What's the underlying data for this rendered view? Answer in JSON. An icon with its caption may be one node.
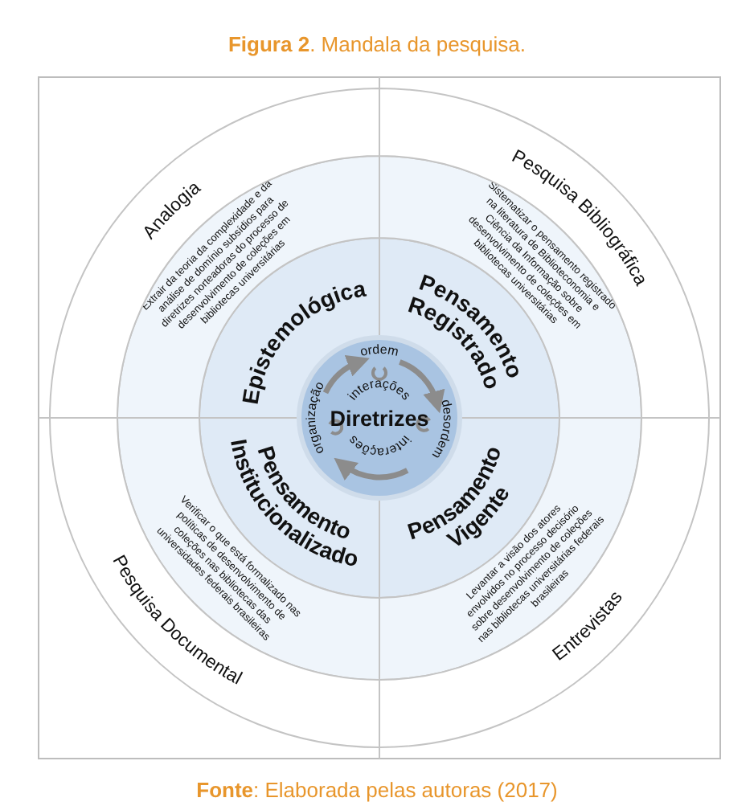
{
  "diagram": {
    "title": "**Figura 2**. Mandala da pesquisa.",
    "caption": "**Fonte**: Elaborada pelas autoras (2017)",
    "nodes": [
      {
        "text": [
          "ordem",
          "interações",
          "organização",
          "Diretrizes",
          "desordem",
          "interações"
        ]
      },
      {
        "text": [
          "Epistemológica"
        ]
      },
      {
        "text": [
          "Pensamento Registrado"
        ]
      },
      {
        "text": [
          "Pensamento Institucionalizado"
        ]
      },
      {
        "text": [
          "Pensamento Vigente"
        ]
      },
      {
        "text": [
          "Extrair da teoria da complexidade e da análise de domínio subsídios para diretrizes norteadoras do processo de desenvolvimento de coleções em bibliotecas universitárias"
        ]
      },
      {
        "text": [
          "Sistematizar o pensamento registrado na literatura de Biblioteconomia e Ciência da Informação sobre desenvolvimento de coleções em bibliotecas universitárias"
        ]
      },
      {
        "text": [
          "Verificar o que está formalizado nas políticas de desenvolvimento de coleções nas bibliotecas das universidades federais brasileiras"
        ]
      },
      {
        "text": [
          "Levantar a visão dos atores envolvidos no processo decisório sobre desenvolvimento de coleções nas bibliotecas universitárias federais brasileiras"
        ]
      },
      {
        "text": [
          "Analogia"
        ]
      },
      {
        "text": [
          "Pesquisa Bibliográfica"
        ]
      },
      {
        "text": [
          "Pesquisa Documental"
        ]
      },
      {
        "text": [
          "Entrevistas"
        ]
      }
    ],
    "edges": []
  }
}
